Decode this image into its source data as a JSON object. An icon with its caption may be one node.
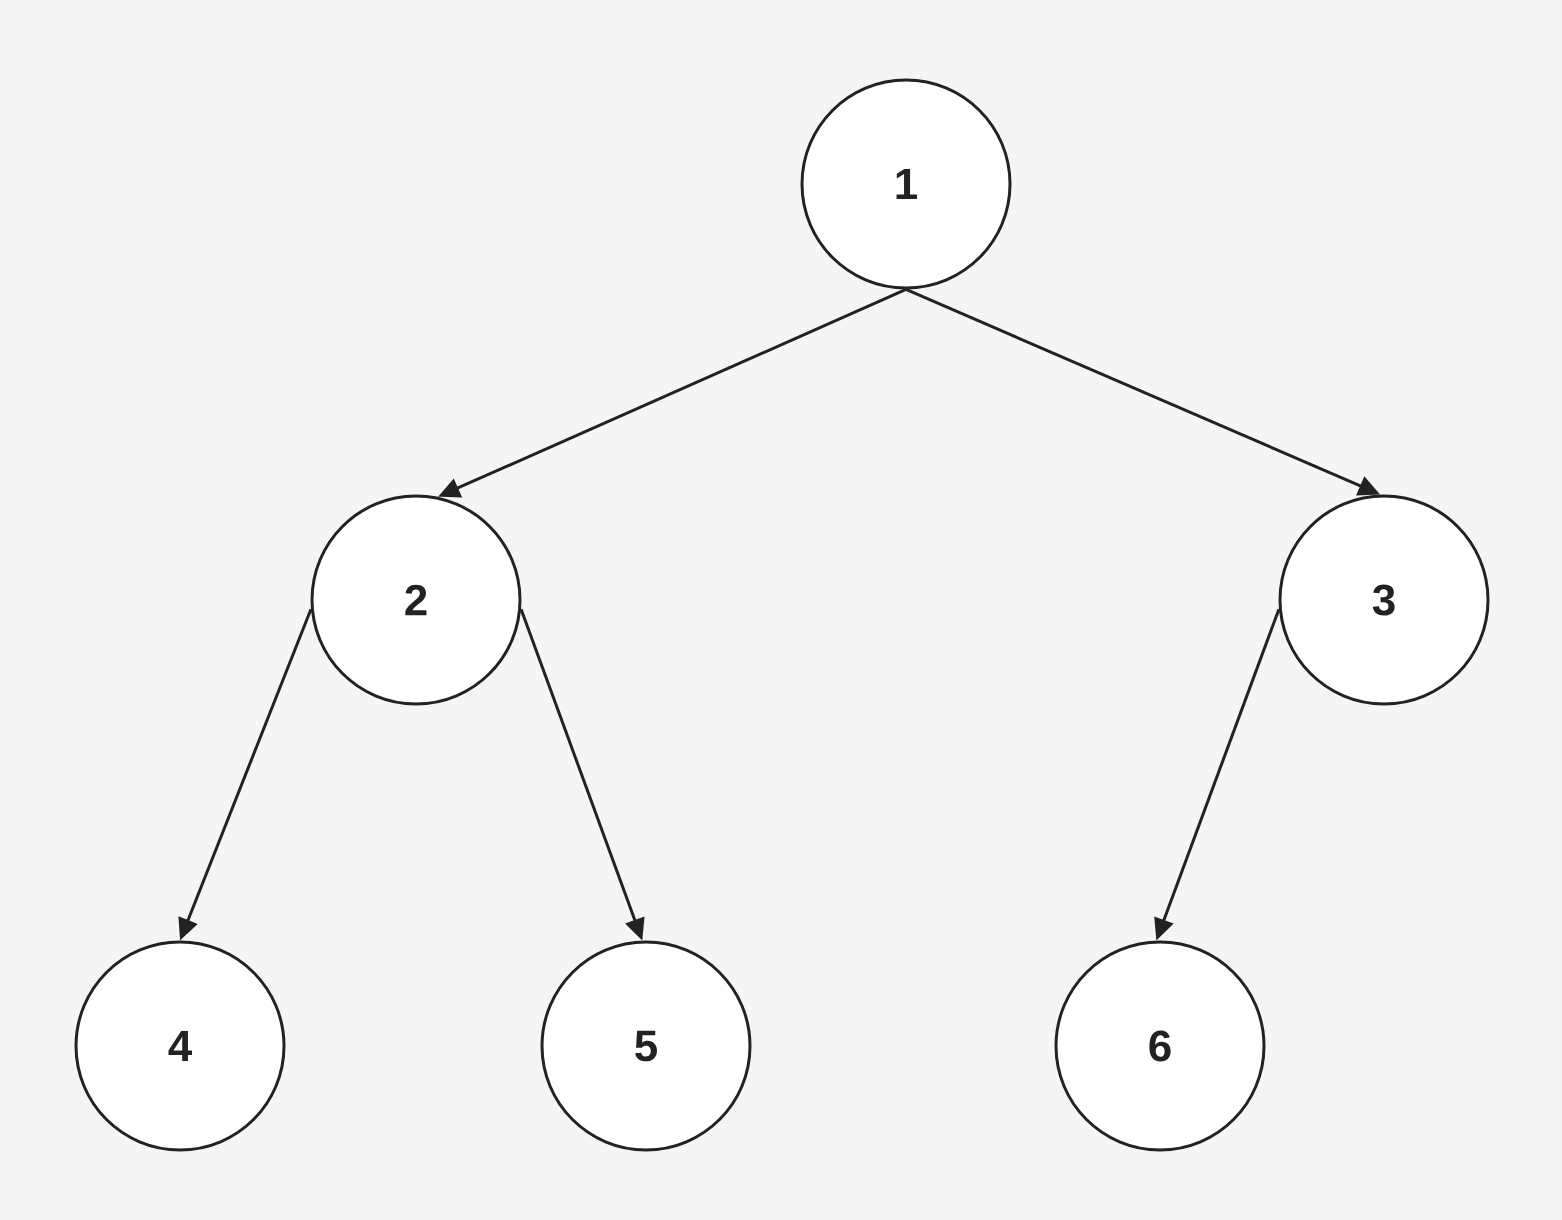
{
  "diagram": {
    "nodes": [
      {
        "text": [
          "1"
        ]
      },
      {
        "text": [
          "2"
        ]
      },
      {
        "text": [
          "3"
        ]
      },
      {
        "text": [
          "4"
        ]
      },
      {
        "text": [
          "5"
        ]
      },
      {
        "text": [
          "6"
        ]
      }
    ],
    "edges": [
      {
        "from": 0,
        "to": 1,
        "arrow": "to"
      },
      {
        "from": 0,
        "to": 2,
        "arrow": "to"
      },
      {
        "from": 1,
        "to": 3,
        "arrow": "to"
      },
      {
        "from": 1,
        "to": 4,
        "arrow": "to"
      },
      {
        "from": 2,
        "to": 5,
        "arrow": "to"
      }
    ]
  }
}
